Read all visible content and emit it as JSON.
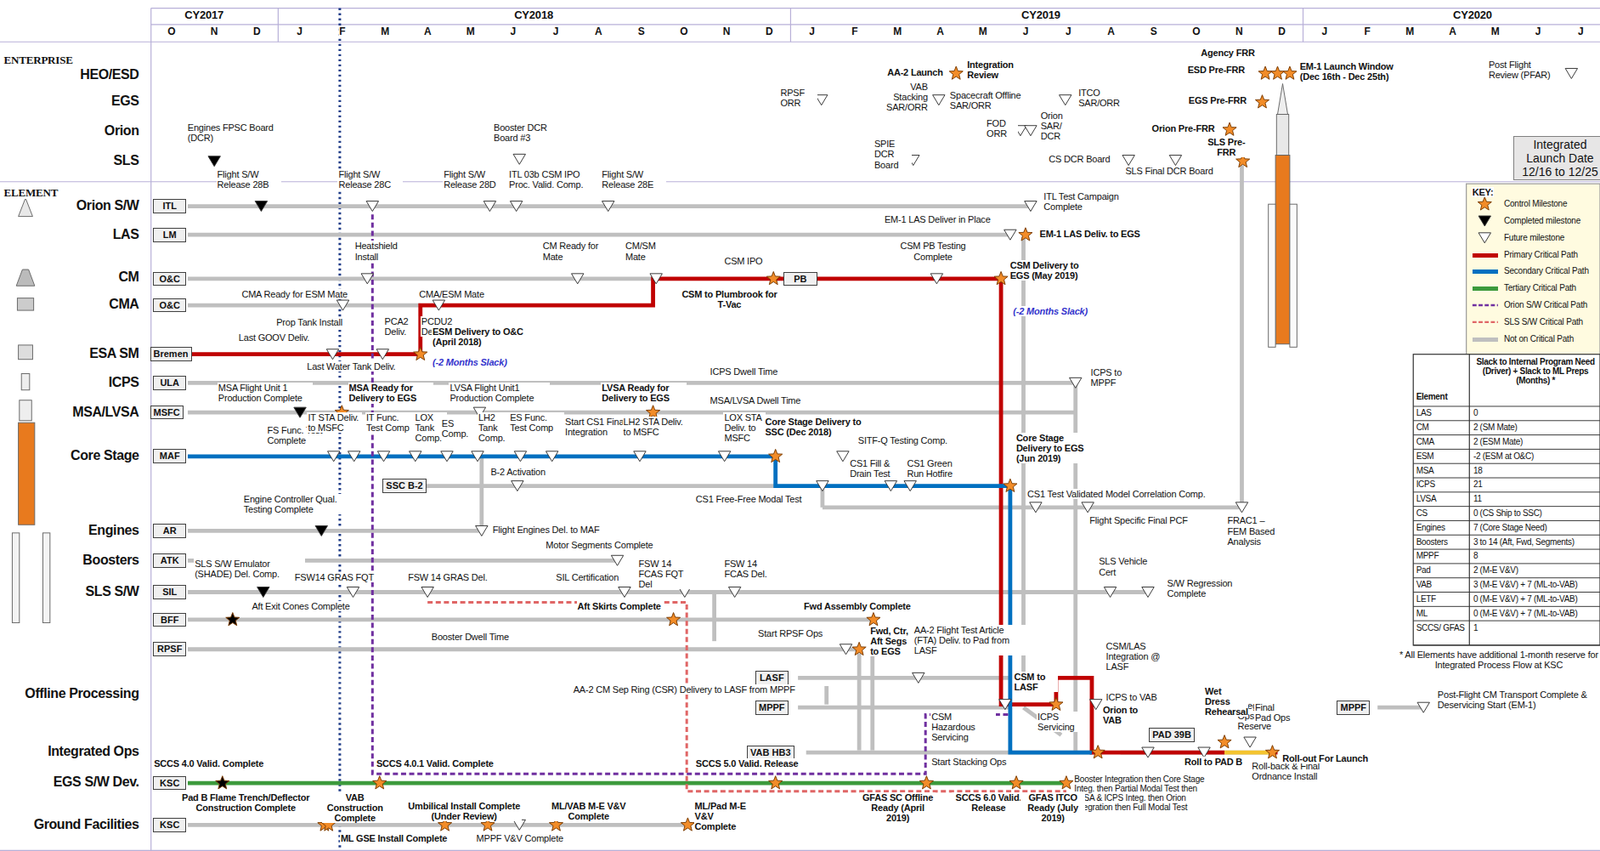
{
  "diagram": {
    "nodes": [
      {
        "text": [
          "ITL"
        ]
      },
      {
        "text": [
          "LM"
        ]
      },
      {
        "text": [
          "O&C"
        ]
      },
      {
        "text": [
          "O&C"
        ]
      },
      {
        "text": [
          "Bremen"
        ]
      },
      {
        "text": [
          "ULA"
        ]
      },
      {
        "text": [
          "MSFC"
        ]
      },
      {
        "text": [
          "MAF"
        ]
      },
      {
        "text": [
          "AR"
        ]
      },
      {
        "text": [
          "ATK"
        ]
      },
      {
        "text": [
          "SIL"
        ]
      },
      {
        "text": [
          "BFF"
        ]
      },
      {
        "text": [
          "RPSF"
        ]
      },
      {
        "text": [
          "KSC"
        ]
      },
      {
        "text": [
          "KSC"
        ]
      },
      {
        "text": [
          "PB"
        ]
      },
      {
        "text": [
          "SSC B-2"
        ]
      },
      {
        "text": [
          "LASF"
        ]
      },
      {
        "text": [
          "MPPF"
        ]
      },
      {
        "text": [
          "VAB HB3"
        ]
      },
      {
        "text": [
          "PAD 39B"
        ]
      },
      {
        "text": [
          "MPPF"
        ]
      },
      {
        "text": [
          "Integrated Launch Date 12/16 to 12/25"
        ]
      }
    ],
    "labels": [
      "O",
      "N",
      "D",
      "J",
      "F",
      "M",
      "A",
      "M",
      "J",
      "J",
      "A",
      "S",
      "O",
      "N",
      "D",
      "J",
      "F",
      "M",
      "A",
      "M",
      "J",
      "J",
      "A",
      "S",
      "O",
      "N",
      "D",
      "J",
      "F",
      "M",
      "A",
      "M",
      "J",
      "J",
      "CY2017",
      "CY2018",
      "CY2019",
      "CY2020",
      "ENTERPRISE",
      "HEO/ESD",
      "EGS",
      "Orion",
      "SLS",
      "ELEMENT",
      "Orion S/W",
      "LAS",
      "CM",
      "CMA",
      "ESA SM",
      "ICPS",
      "MSA/LVSA",
      "Core Stage",
      "Engines",
      "Boosters",
      "SLS S/W",
      "Offline Processing",
      "Integrated Ops",
      "EGS S/W Dev.",
      "Ground Facilities",
      "AA-2 Launch",
      "Integration Review",
      "VAB Stacking SAR/ORR",
      "Spacecraft Offline SAR/ORR",
      "FOD ORR",
      "ITCO SAR/ORR",
      "Orion SAR/ DCR",
      "RPSF ORR",
      "SPIE DCR Board",
      "CS DCR Board",
      "SLS Final DCR Board",
      "Agency FRR",
      "ESD Pre-FRR",
      "EM-1 Launch Window (Dec 16th - Dec 25th)",
      "EGS Pre-FRR",
      "Orion Pre-FRR",
      "SLS Pre-FRR",
      "Post Flight Review (PFAR)",
      "Engines FPSC Board (DCR)",
      "Booster DCR Board #3",
      "Flight S/W Release 28B",
      "Flight S/W Release 28C",
      "Flight S/W Release 28D",
      "ITL 03b CSM IPO Proc. Valid. Comp.",
      "Flight S/W Release 28E",
      "ITL Test Campaign Complete",
      "EM-1 LAS Deliver in Place",
      "EM-1 LAS Deliv. to EGS",
      "Heatshield Install",
      "CM Ready for Mate",
      "CM/SM Mate",
      "CSM IPO",
      "CSM to Plumbrook for T-Vac",
      "CSM PB Testing Complete",
      "CSM Delivery to EGS (May 2019)",
      "(-2 Months Slack)",
      "CMA Ready for ESM Mate",
      "CMA/ESM Mate",
      "Prop Tank Install",
      "PCA2 Deliv.",
      "PCDU2 Deliv.",
      "Last GOOV Deliv.",
      "Last Water Tank Deliv.",
      "ESM Delivery to O&C (April 2018)",
      "(-2 Months Slack)",
      "ICPS Dwell Time",
      "ICPS to MPPF",
      "MSA Flight Unit 1 Production Complete",
      "MSA Ready for Delivery to EGS",
      "LVSA Flight Unit1 Production Complete",
      "LVSA Ready for Delivery to EGS",
      "MSA/LVSA Dwell Time",
      "FS Func. Test Complete",
      "IT STA Deliv. to MSFC",
      "IT Func. Test Comp",
      "LOX Tank Comp.",
      "ES Comp.",
      "LH2 Tank Comp.",
      "ES Func. Test Comp",
      "Start CS1 Final Integration",
      "LH2 STA Deliv. to MSFC",
      "LOX STA Deliv. to MSFC",
      "Core Stage Delivery to SSC (Dec 2018)",
      "SITF-Q Testing Comp.",
      "Core Stage Delivery to EGS (Jun 2019)",
      "B-2 Activation",
      "CS1 Fill & Drain Test",
      "CS1 Green Run Hotfire",
      "CS1 Free-Free Modal Test",
      "CS1 Test Validated Model Correlation Comp.",
      "Flight Specific Final PCF",
      "FRAC1 – FEM Based Analysis",
      "Engine Controller Qual. Testing Complete",
      "Flight Engines Del. to MAF",
      "Motor Segments Complete",
      "SLS S/W Emulator (SHADE) Del. Comp.",
      "FSW14 GRAS FQT",
      "FSW 14 GRAS Del.",
      "SIL Certification",
      "FSW 14 FCAS FQT Del",
      "FSW 14 FCAS Del.",
      "SLS Vehicle Cert",
      "S/W Regression Complete",
      "Aft Exit Cones Complete",
      "Aft Skirts Complete",
      "Fwd Assembly Complete",
      "Booster Dwell Time",
      "Start RPSF Ops",
      "Fwd, Ctr, Aft Segs to EGS",
      "AA-2 Flight Test Article (FTA) Deliv. to Pad from LASF",
      "AA-2 CM Sep Ring (CSR) Delivery to LASF from MPPF",
      "CSM/LAS Integration @ LASF",
      "CSM to LASF",
      "ICPS to VAB",
      "Orion to VAB",
      "CSM Hazardous Servicing",
      "ICPS Servicing",
      "Integ. Ops Reserve",
      "Final Pad Ops",
      "Wet Dress Rehearsal",
      "Roll to PAD B",
      "Roll-back & Final Ordnance Install",
      "Roll-out For Launch",
      "Post-Flight CM Transport Complete & Deservicing Start (EM-1)",
      "Start Stacking Ops",
      "Booster Integration then Core Stage Integ. then Partial Modal Test then LVSA & ICPS Integ. then Orion Integration then Full Modal Test",
      "SCCS 4.0 Valid. Complete",
      "SCCS 4.0.1 Valid. Complete",
      "SCCS 5.0 Valid. Release",
      "GFAS SC Offline Ready (April 2019)",
      "SCCS 6.0 Valid. Release",
      "GFAS ITCO Ready (July 2019)",
      "Pad B Flame Trench/Deflector Construction Complete",
      "VAB Construction Complete",
      "ML GSE Install Complete",
      "Umbilical Install Complete (Under Review)",
      "MPPF V&V Complete",
      "ML/VAB M-E V&V Complete",
      "ML/Pad M-E V&V Complete",
      "KEY:",
      "Slack to Internal Program Need (Driver) + Slack to ML Preps (Months) *",
      "Element",
      "LAS",
      "0",
      "CM",
      "2 (SM Mate)",
      "CMA",
      "2 (ESM Mate)",
      "ESM",
      "-2 (ESM at O&C)",
      "MSA",
      "18",
      "ICPS",
      "21",
      "LVSA",
      "11",
      "CS",
      "0 (CS Ship to SSC)",
      "Engines",
      "7 (Core Stage Need)",
      "Boosters",
      "3 to 14 (Aft, Fwd, Segments)",
      "MPPF",
      "8",
      "Pad",
      "2 (M-E V&V)",
      "VAB",
      "3 (M-E V&V) + 7 (ML-to-VAB)",
      "LETF",
      "0 (M-E V&V) + 7 (ML-to-VAB)",
      "ML",
      "0 (M-E V&V) + 7 (ML-to-VAB)",
      "SCCS/ GFAS",
      "1",
      "* All Elements have additional 1-month reserve for Integrated Process Flow at KSC"
    ],
    "legend": [
      {
        "text": "Control Milestone"
      },
      {
        "text": "Completed milestone"
      },
      {
        "text": "Future milestone"
      },
      {
        "text": "Primary Critical Path",
        "color": "#c00000"
      },
      {
        "text": "Secondary Critical Path",
        "color": "#0070c0"
      },
      {
        "text": "Tertiary Critical Path",
        "color": "#3c9a3c"
      },
      {
        "text": "Orion S/W Critical Path"
      },
      {
        "text": "SLS S/W Critical Path"
      },
      {
        "text": "Not on Critical Path",
        "color": "#bfbfbf"
      }
    ]
  }
}
